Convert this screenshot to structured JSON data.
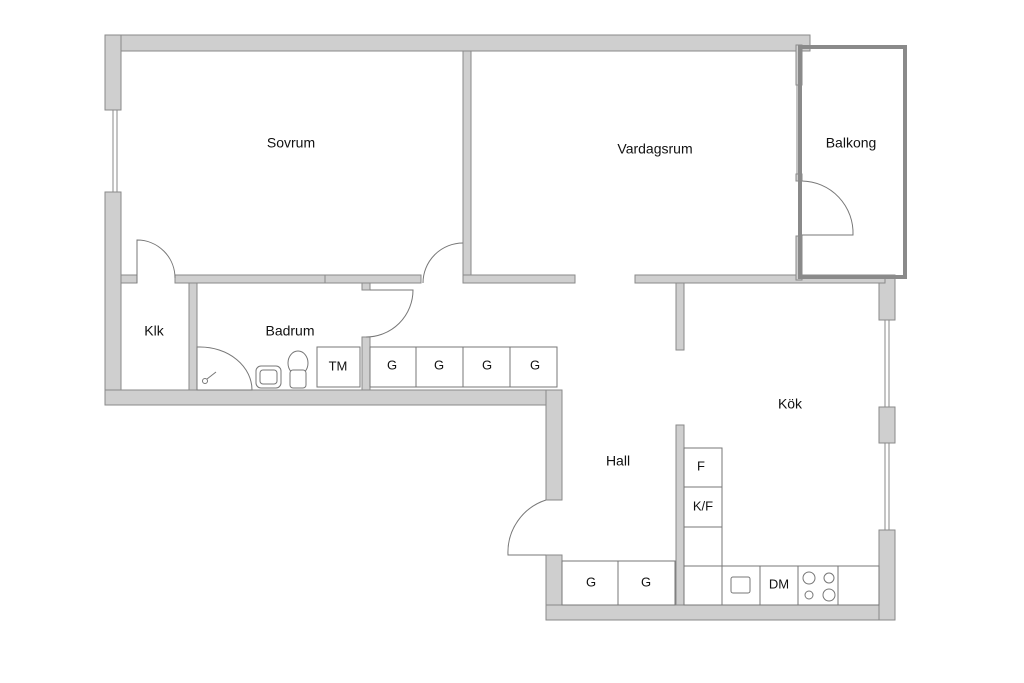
{
  "rooms": {
    "sovrum": "Sovrum",
    "vardagsrum": "Vardagsrum",
    "balkong": "Balkong",
    "klk": "Klk",
    "badrum": "Badrum",
    "hall": "Hall",
    "kok": "Kök"
  },
  "fixtures": {
    "tm": "TM",
    "g": "G",
    "f": "F",
    "kf": "K/F",
    "dm": "DM"
  },
  "colors": {
    "wall": "#cfcfcf",
    "outline": "#8a8a8a"
  }
}
